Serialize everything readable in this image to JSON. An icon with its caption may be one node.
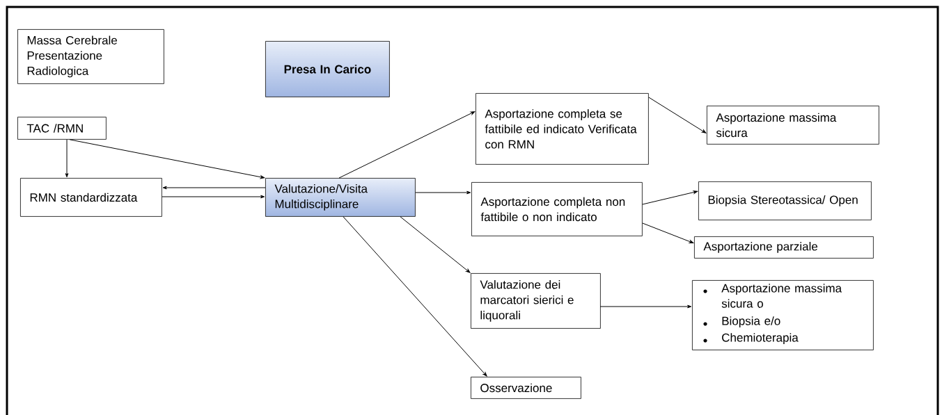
{
  "diagram": {
    "nodes": [
      {
        "text": [
          "Massa Cerebrale Presentazione Radiologica"
        ]
      },
      {
        "text": [
          "Presa In Carico"
        ]
      },
      {
        "text": [
          "TAC /RMN"
        ]
      },
      {
        "text": [
          "RMN standardizzata"
        ]
      },
      {
        "text": [
          "Valutazione/Visita Multidisciplinare"
        ]
      },
      {
        "text": [
          "Asportazione completa se fattibile ed indicato Verificata con RMN"
        ]
      },
      {
        "text": [
          "Asportazione massima sicura"
        ]
      },
      {
        "text": [
          "Asportazione completa non fattibile o non indicato"
        ]
      },
      {
        "text": [
          "Biopsia Stereotassica/ Open"
        ]
      },
      {
        "text": [
          "Asportazione parziale"
        ]
      },
      {
        "text": [
          "Valutazione dei marcatori sierici e liquorali"
        ]
      },
      {
        "text": [
          "Asportazione massima sicura o",
          "Biopsia e/o",
          "Chemioterapia"
        ]
      },
      {
        "text": [
          "Osservazione"
        ]
      }
    ],
    "edges": [
      {
        "from": 2,
        "to": 3,
        "arrow": "to"
      },
      {
        "from": 2,
        "to": 4,
        "arrow": "to"
      },
      {
        "from": 4,
        "to": 3,
        "arrow": "to"
      },
      {
        "from": 3,
        "to": 4,
        "arrow": "to"
      },
      {
        "from": 4,
        "to": 5,
        "arrow": "to"
      },
      {
        "from": 4,
        "to": 7,
        "arrow": "to"
      },
      {
        "from": 4,
        "to": 10,
        "arrow": "to"
      },
      {
        "from": 4,
        "to": 12,
        "arrow": "to"
      },
      {
        "from": 5,
        "to": 6,
        "arrow": "to"
      },
      {
        "from": 7,
        "to": 8,
        "arrow": "to"
      },
      {
        "from": 7,
        "to": 9,
        "arrow": "to"
      },
      {
        "from": 10,
        "to": 11,
        "arrow": "to"
      }
    ]
  }
}
